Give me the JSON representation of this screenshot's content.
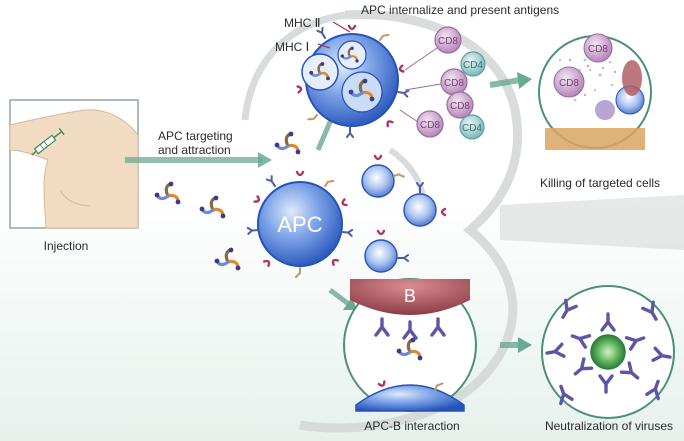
{
  "labels": {
    "mhc2": "MHC Ⅱ",
    "mhc1": "MHC Ⅰ",
    "apc_present": "APC internalize and present antigens",
    "apc_targeting": "APC targeting\nand attraction",
    "injection": "Injection",
    "killing": "Killing of targeted cells",
    "apcb": "APC-B interaction",
    "neutralization": "Neutralization of viruses"
  },
  "cells": {
    "apc_main": "APC",
    "b_cell": "B",
    "cd8": "CD8",
    "cd4": "CD4"
  },
  "colors": {
    "apc_blue": "#2f63c6",
    "cd8_purple": "#b48ab9",
    "cd4_teal": "#7fbdbd",
    "arrow_green": "#5da58c",
    "b_cell_red": "#9b4f55",
    "antibody_purple": "#6a62b0",
    "virus_green": "#3f9a55"
  }
}
